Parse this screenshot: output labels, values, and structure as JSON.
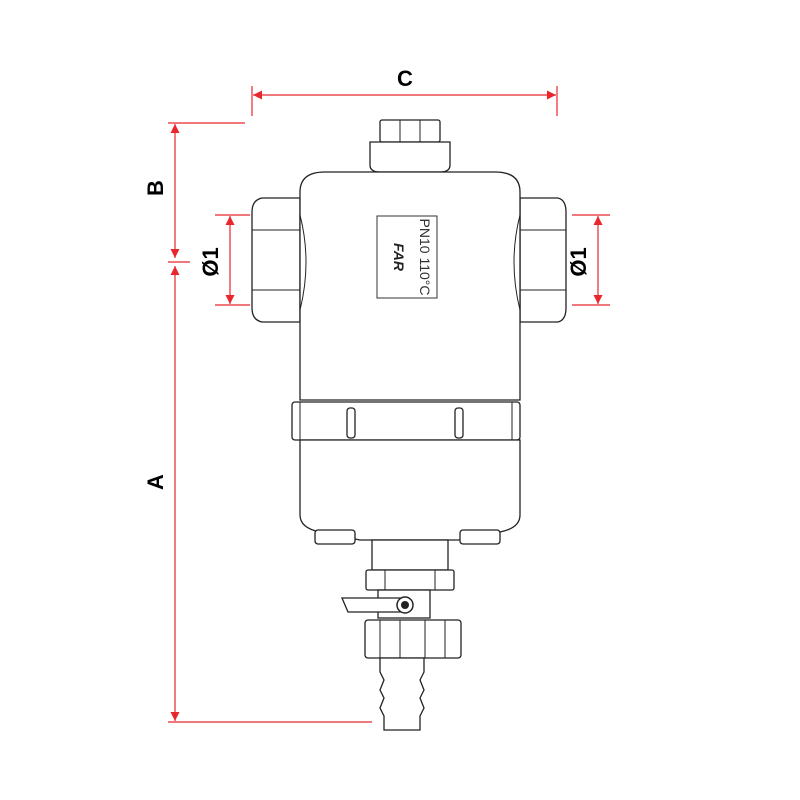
{
  "dimensions": {
    "width_label": "C",
    "top_height_label": "B",
    "height_label": "A",
    "left_connection_label": "Ø1",
    "right_connection_label": "Ø1"
  },
  "nameplate": {
    "brand": "FAR",
    "rating": "PN10  110°C"
  },
  "colors": {
    "dimension_lines": "#e8262c",
    "outline": "#222222"
  }
}
